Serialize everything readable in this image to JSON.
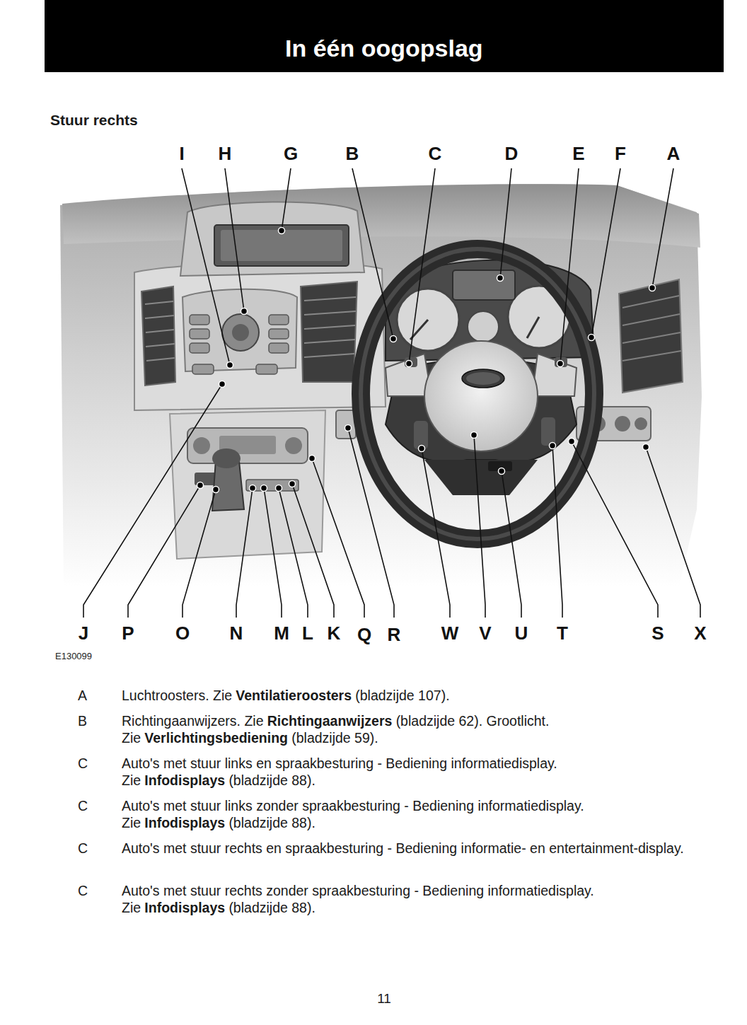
{
  "diagram": {
    "title": "In één oogopslag",
    "labels": [
      "Stuur rechts",
      "I",
      "H",
      "G",
      "B",
      "C",
      "D",
      "E",
      "F",
      "A",
      "J",
      "P",
      "O",
      "N",
      "M",
      "L",
      "K",
      "Q",
      "R",
      "W",
      "V",
      "U",
      "T",
      "S",
      "X",
      "E130099",
      "A",
      "Luchtroosters. Zie",
      "Ventilatieroosters",
      "(bladzijde 107).",
      "B",
      "Richtingaanwijzers. Zie",
      "Richtingaanwijzers",
      "(bladzijde 62). Grootlicht. Zie",
      "Verlichtingsbediening",
      "(bladzijde 59).",
      "C",
      "Auto's met stuur links en spraakbesturing - Bediening informatiedisplay. Zie",
      "Infodisplays",
      "(bladzijde 88).",
      "C",
      "Auto's met stuur links zonder spraakbesturing - Bediening informatiedisplay. Zie",
      "Infodisplays",
      "(bladzijde 88).",
      "C",
      "Auto's met stuur rechts en spraakbesturing - Bediening informatie- en entertainment-display.",
      "C",
      "Auto's met stuur rechts zonder spraakbesturing - Bediening informatiedisplay. Zie",
      "Infodisplays",
      "(bladzijde 88).",
      "11"
    ]
  }
}
